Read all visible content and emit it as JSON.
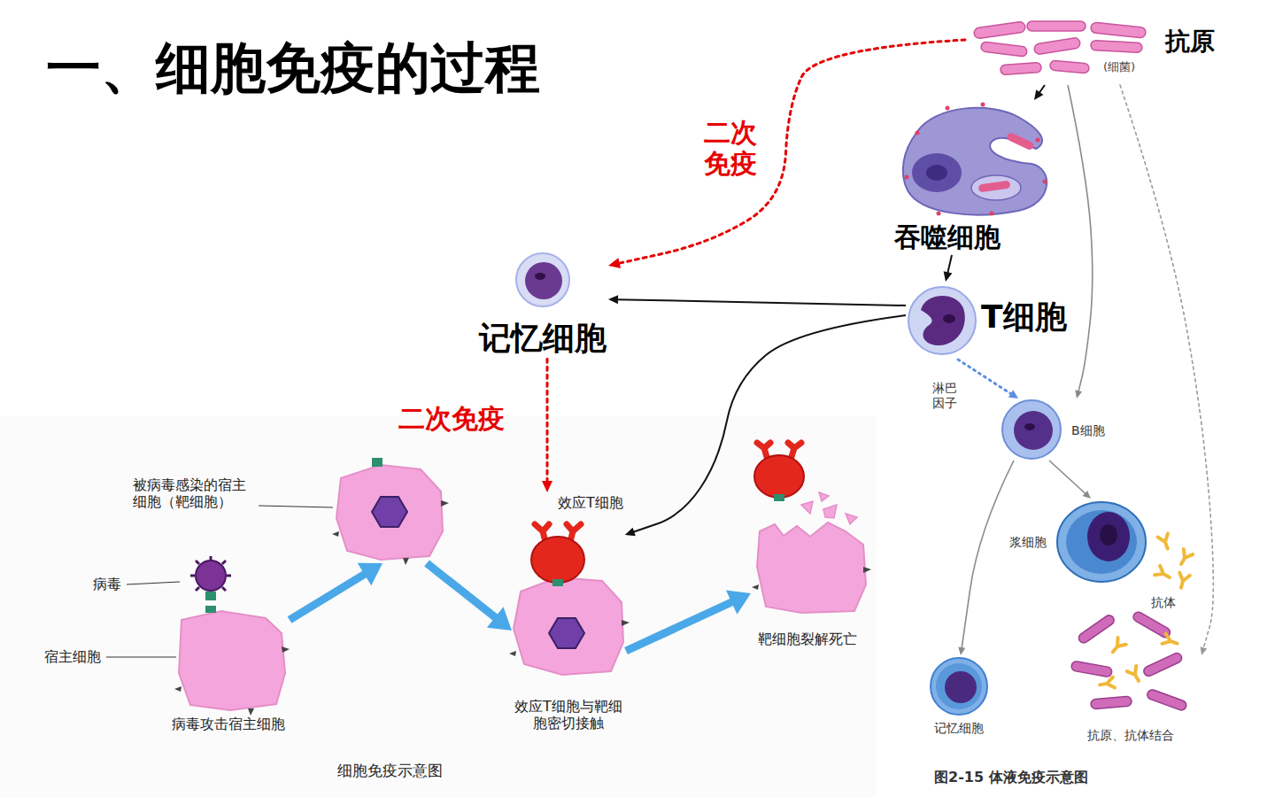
{
  "diagram": {
    "title": "一、细胞免疫的过程",
    "nodes": [
      {
        "text": [
          "抗原",
          "(细菌)"
        ]
      },
      {
        "text": [
          "吞噬细胞"
        ]
      },
      {
        "text": [
          "T细胞"
        ]
      },
      {
        "text": [
          "记忆细胞"
        ]
      },
      {
        "text": [
          "B细胞"
        ]
      },
      {
        "text": [
          "浆细胞"
        ]
      },
      {
        "text": [
          "记忆细胞"
        ]
      },
      {
        "text": [
          "抗原、抗体结合"
        ]
      },
      {
        "text": [
          "被病毒感染的宿主细胞（靶细胞）"
        ]
      },
      {
        "text": [
          "病毒攻击宿主细胞"
        ]
      },
      {
        "text": [
          "效应T细胞"
        ]
      },
      {
        "text": [
          "效应T细胞与靶细胞密切接触"
        ]
      },
      {
        "text": [
          "靶细胞裂解死亡"
        ]
      }
    ],
    "edges": [
      {
        "from": 0,
        "to": 1,
        "arrow": "to"
      },
      {
        "from": 1,
        "to": 2,
        "arrow": "to"
      },
      {
        "from": 0,
        "to": 3,
        "label": "二次免疫",
        "arrow": "to"
      },
      {
        "from": 2,
        "to": 3,
        "arrow": "to"
      },
      {
        "from": 2,
        "to": 10,
        "arrow": "to"
      },
      {
        "from": 3,
        "to": 10,
        "label": "二次免疫",
        "arrow": "to"
      },
      {
        "from": 2,
        "to": 4,
        "label": "淋巴因子",
        "arrow": "to"
      },
      {
        "from": 0,
        "to": 4,
        "arrow": "to"
      },
      {
        "from": 0,
        "to": 7,
        "arrow": "to"
      },
      {
        "from": 4,
        "to": 5,
        "arrow": "to"
      },
      {
        "from": 4,
        "to": 6,
        "arrow": "to"
      },
      {
        "from": 9,
        "to": 8,
        "arrow": "to"
      },
      {
        "from": 8,
        "to": 11,
        "arrow": "to"
      },
      {
        "from": 11,
        "to": 12,
        "arrow": "to"
      }
    ],
    "labels": [
      "病毒",
      "宿主细胞",
      "抗体",
      "细胞免疫示意图",
      "图2-15 体液免疫示意图"
    ]
  }
}
